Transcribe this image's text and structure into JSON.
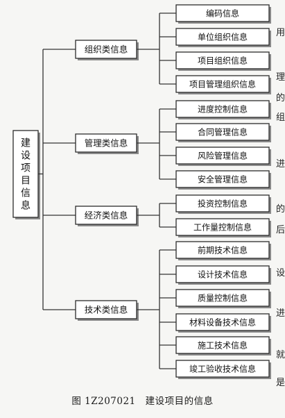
{
  "root": {
    "label_lines": [
      "建",
      "设",
      "项",
      "目",
      "信",
      "息"
    ]
  },
  "categories": [
    {
      "label": "组织类信息",
      "items": [
        "编码信息",
        "单位组织信息",
        "项目组织信息",
        "项目管理组织信息"
      ]
    },
    {
      "label": "管理类信息",
      "items": [
        "进度控制信息",
        "合同管理信息",
        "风险管理信息",
        "安全管理信息"
      ]
    },
    {
      "label": "经济类信息",
      "items": [
        "投资控制信息",
        "工作量控制信息"
      ]
    },
    {
      "label": "技术类信息",
      "items": [
        "前期技术信息",
        "设计技术信息",
        "质量控制信息",
        "材料设备技术信息",
        "施工技术信息",
        "竣工验收技术信息"
      ]
    }
  ],
  "caption": "图 1Z207021　建设项目的信息",
  "margin_text": [
    "用",
    "理",
    "的",
    "组",
    "进",
    "的",
    "后",
    "设",
    "进",
    "就",
    "是"
  ]
}
